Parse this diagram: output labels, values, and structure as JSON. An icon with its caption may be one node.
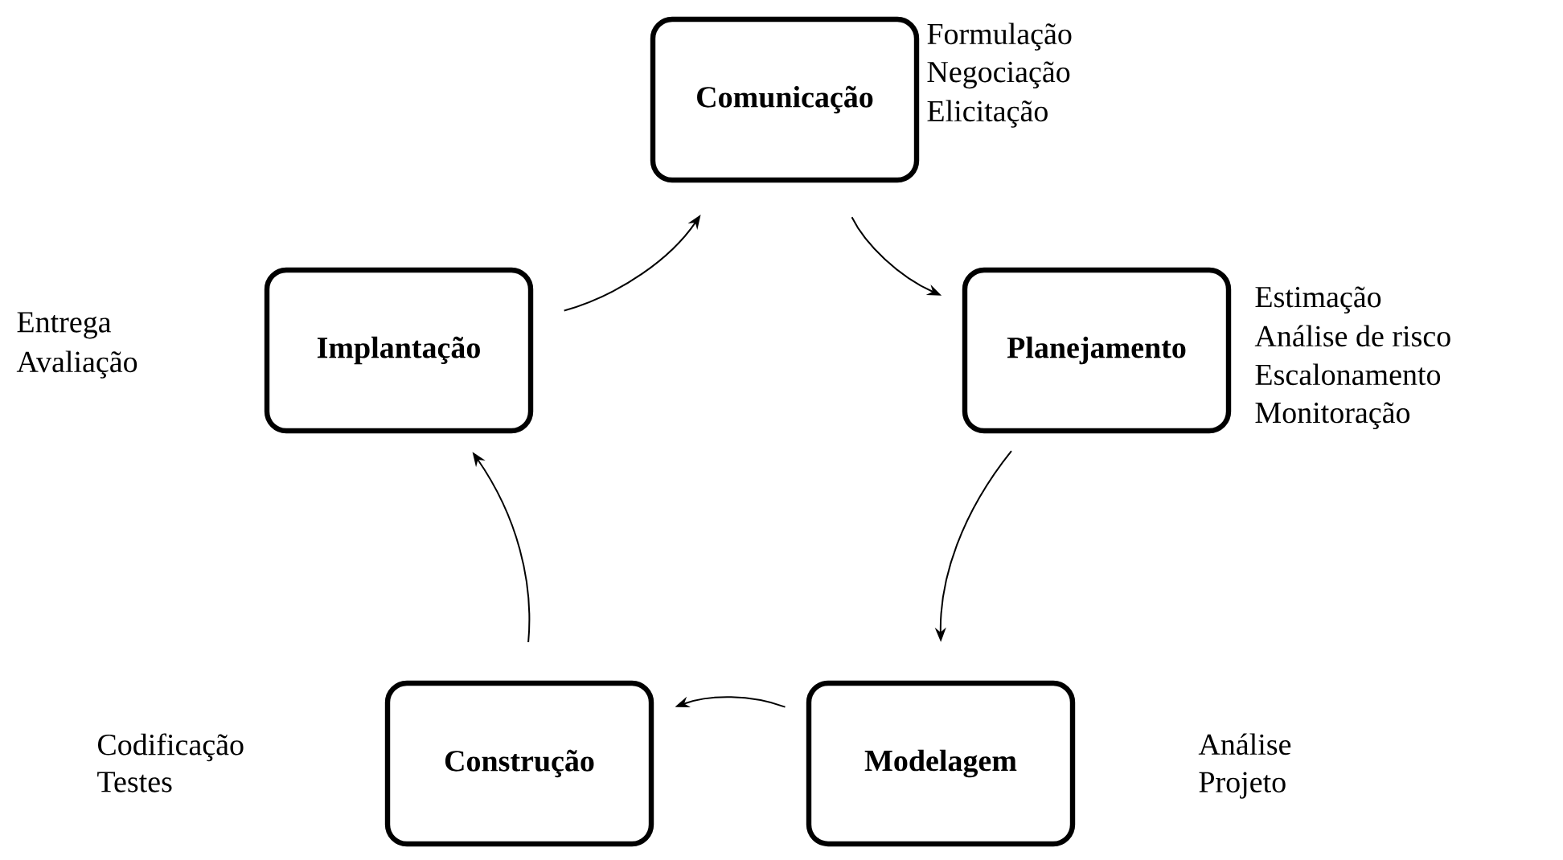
{
  "diagram": {
    "nodes": [
      {
        "text": [
          "Comunicação"
        ],
        "beside": [
          "Formulação",
          "Negociação",
          "Elicitação"
        ]
      },
      {
        "text": [
          "Planejamento"
        ],
        "beside": [
          "Estimação",
          "Análise de risco",
          "Escalonamento",
          "Monitoração"
        ]
      },
      {
        "text": [
          "Modelagem"
        ],
        "beside": [
          "Análise",
          "Projeto"
        ]
      },
      {
        "text": [
          "Construção"
        ],
        "beside": [
          "Codificação",
          "Testes"
        ]
      },
      {
        "text": [
          "Implantação"
        ],
        "beside": [
          "Entrega",
          "Avaliação"
        ]
      }
    ],
    "edges": [
      {
        "from": 0,
        "to": 1,
        "arrow": "to"
      },
      {
        "from": 1,
        "to": 2,
        "arrow": "to"
      },
      {
        "from": 2,
        "to": 3,
        "arrow": "to"
      },
      {
        "from": 3,
        "to": 4,
        "arrow": "to"
      },
      {
        "from": 4,
        "to": 0,
        "arrow": "to"
      }
    ]
  }
}
